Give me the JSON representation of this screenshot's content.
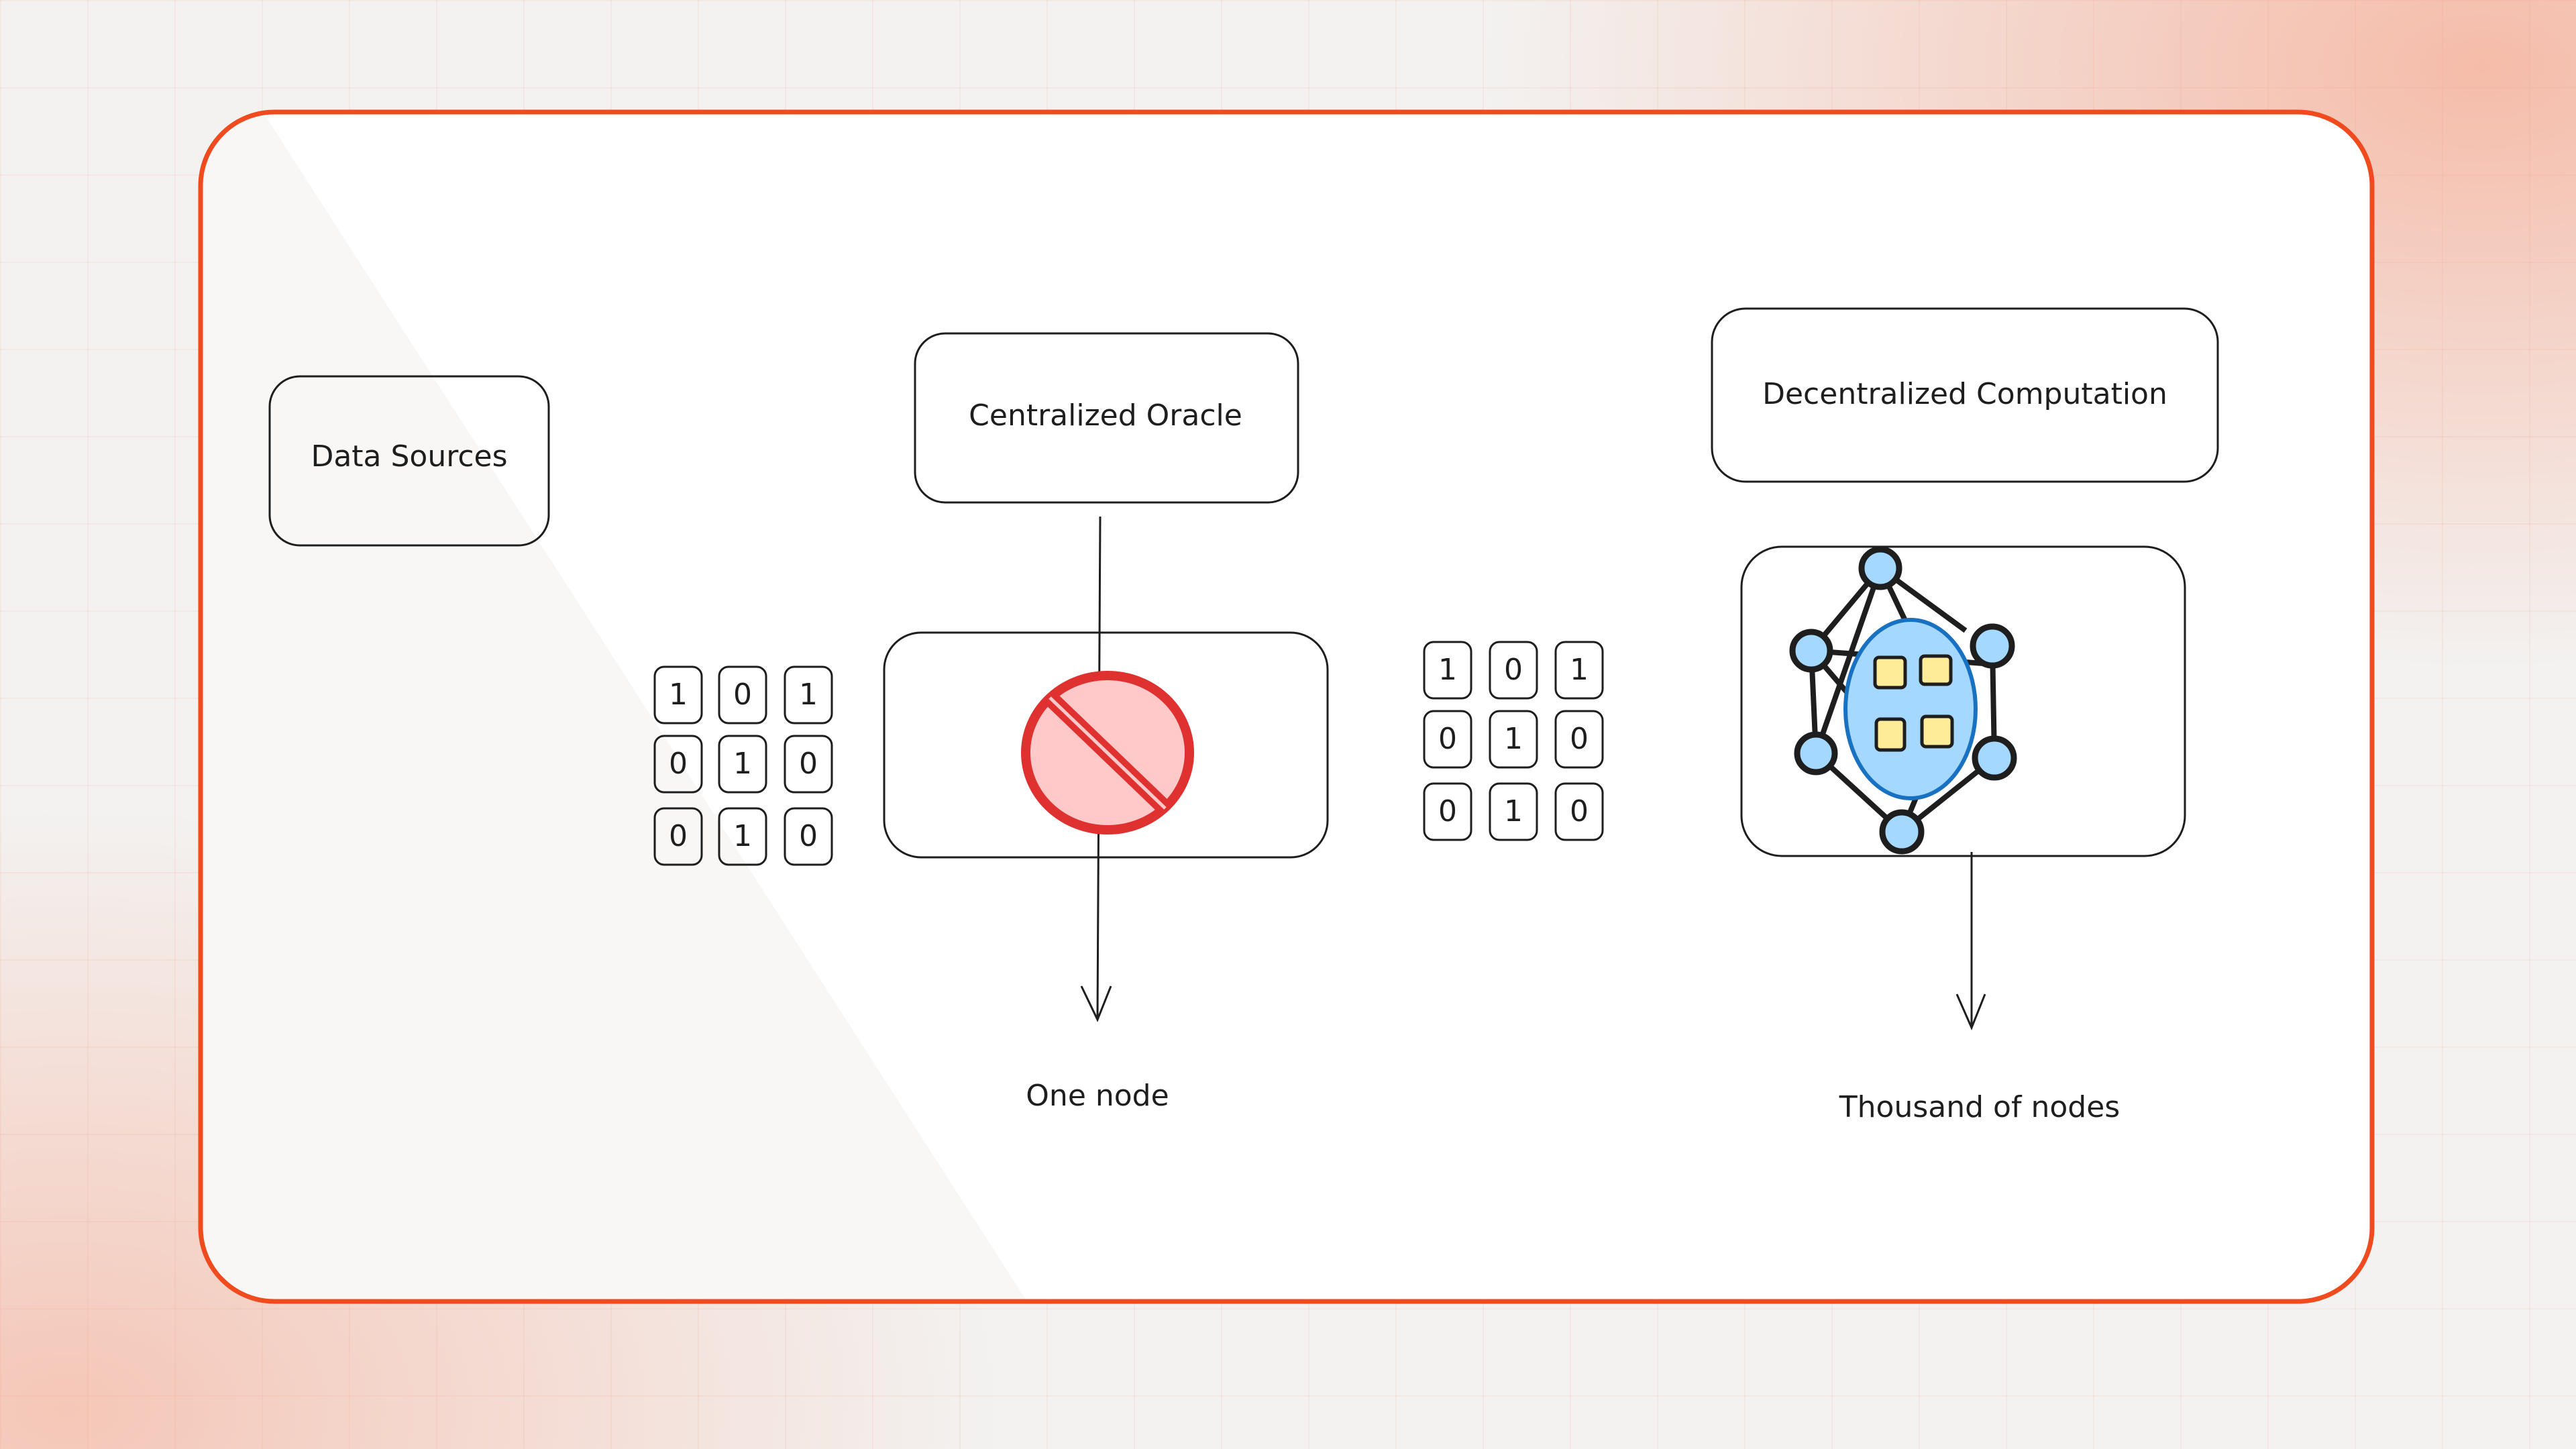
{
  "labels": {
    "data_sources": "Data Sources",
    "centralized_oracle": "Centralized Oracle",
    "decentralized_computation": "Decentralized Computation",
    "one_node": "One node",
    "thousand_nodes": "Thousand of nodes"
  },
  "binary_left": [
    "1",
    "0",
    "1",
    "0",
    "1",
    "0",
    "0",
    "1",
    "0"
  ],
  "binary_right": [
    "1",
    "0",
    "1",
    "0",
    "1",
    "0",
    "0",
    "1",
    "0"
  ],
  "icons": {
    "oracle": "prohibited-icon",
    "network": "network-nodes-icon"
  },
  "colors": {
    "frame": "#f04a1f",
    "red": "#e03131",
    "red_fill": "#ffc9c9",
    "blue": "#1971c2",
    "blue_fill": "#a5d8ff",
    "yellow": "#ffec99"
  }
}
